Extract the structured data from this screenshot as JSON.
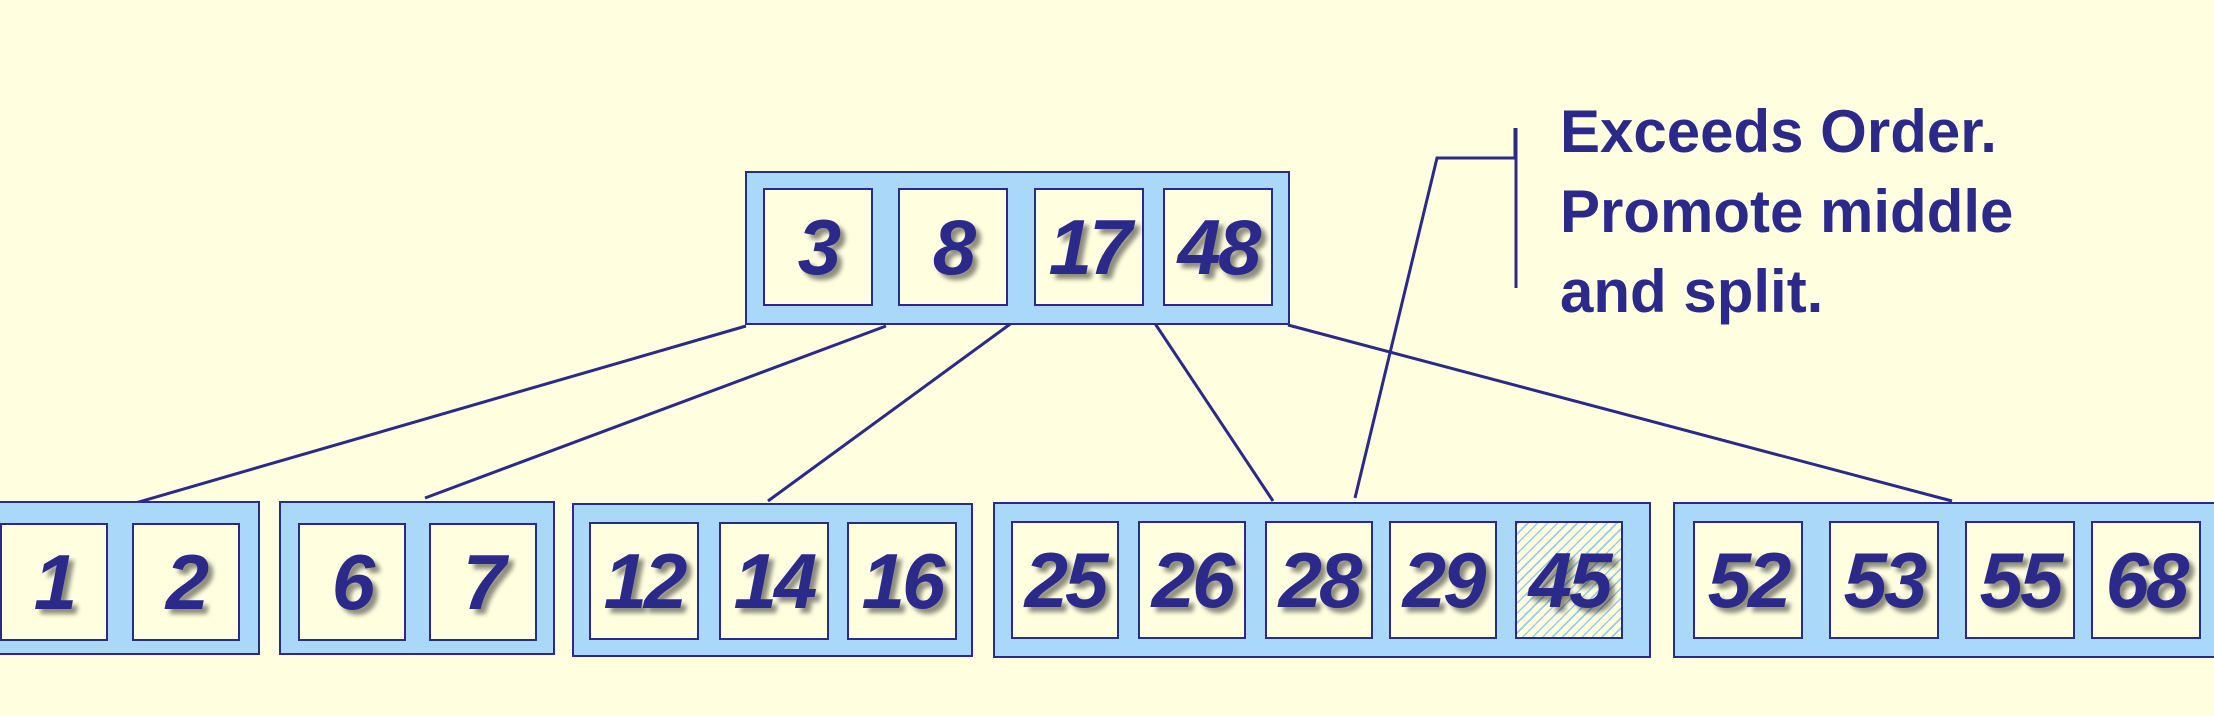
{
  "root": {
    "keys": [
      "3",
      "8",
      "17",
      "48"
    ]
  },
  "children": [
    {
      "keys": [
        "1",
        "2"
      ]
    },
    {
      "keys": [
        "6",
        "7"
      ]
    },
    {
      "keys": [
        "12",
        "14",
        "16"
      ]
    },
    {
      "keys": [
        "25",
        "26",
        "28",
        "29",
        "45"
      ],
      "overflow_key": "45"
    },
    {
      "keys": [
        "52",
        "53",
        "55",
        "68"
      ]
    }
  ],
  "callout": {
    "lines": [
      "Exceeds Order.",
      "Promote middle",
      "and split."
    ]
  },
  "colors": {
    "background": "#ffffe0",
    "node_fill": "#a9d8f8",
    "ink": "#2b2a8a"
  }
}
